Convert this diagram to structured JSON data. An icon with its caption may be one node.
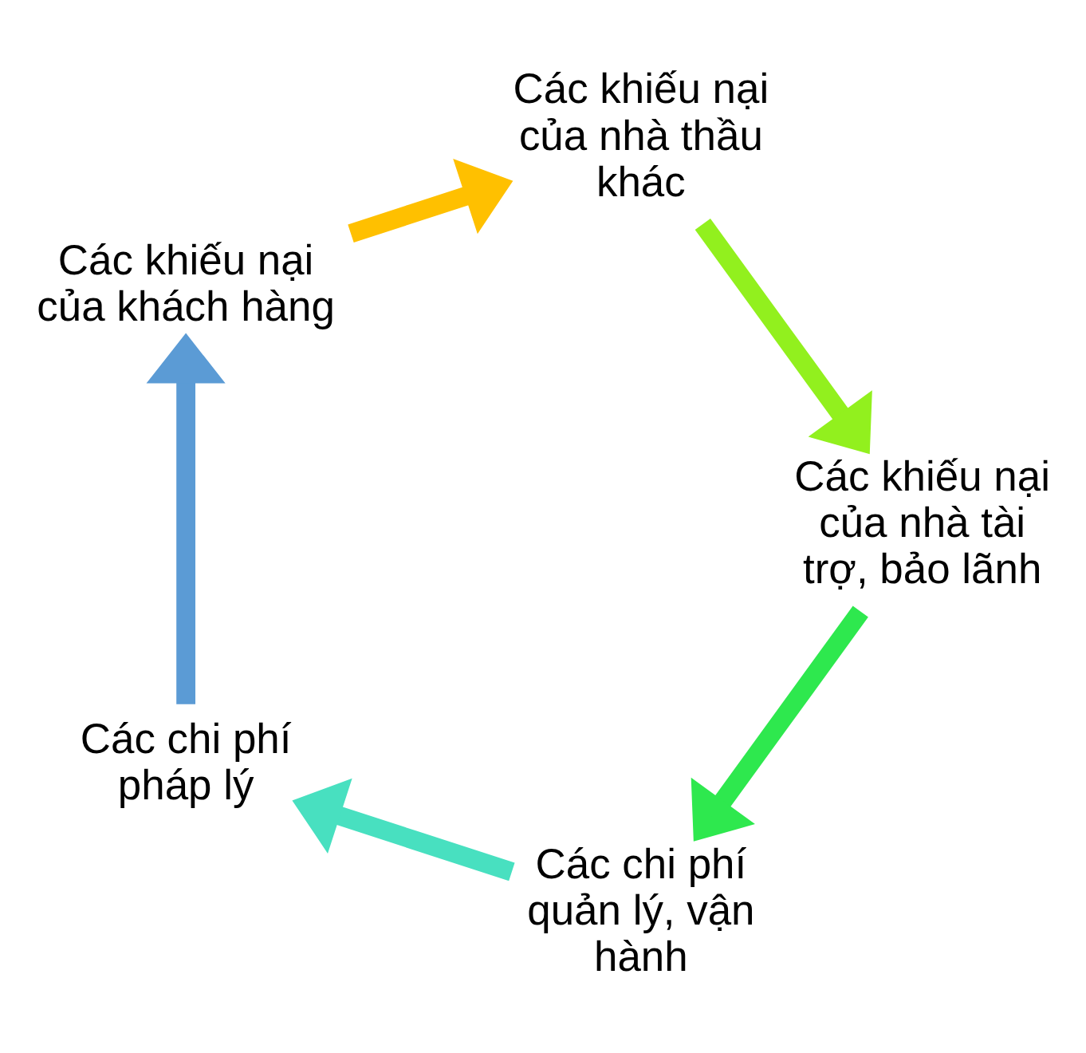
{
  "diagram": {
    "nodes": [
      {
        "text": [
          "Các chi phí pháp lý"
        ]
      },
      {
        "text": [
          "Các khiếu nại của khách hàng"
        ]
      },
      {
        "text": [
          "Các khiếu nại của nhà thầu khác"
        ]
      },
      {
        "text": [
          "Các khiếu nại của nhà tài trợ, bảo lãnh"
        ]
      },
      {
        "text": [
          "Các chi phí quản lý, vận hành"
        ]
      }
    ],
    "edges": [
      {
        "from": 0,
        "to": 1,
        "arrow": "to",
        "color": "#5b9bd5"
      },
      {
        "from": 1,
        "to": 2,
        "arrow": "to",
        "color": "#ffc000"
      },
      {
        "from": 2,
        "to": 3,
        "arrow": "to",
        "color": "#92f01e"
      },
      {
        "from": 3,
        "to": 4,
        "arrow": "to",
        "color": "#2ee84e"
      },
      {
        "from": 4,
        "to": 0,
        "arrow": "to",
        "color": "#48e0c0"
      }
    ]
  }
}
